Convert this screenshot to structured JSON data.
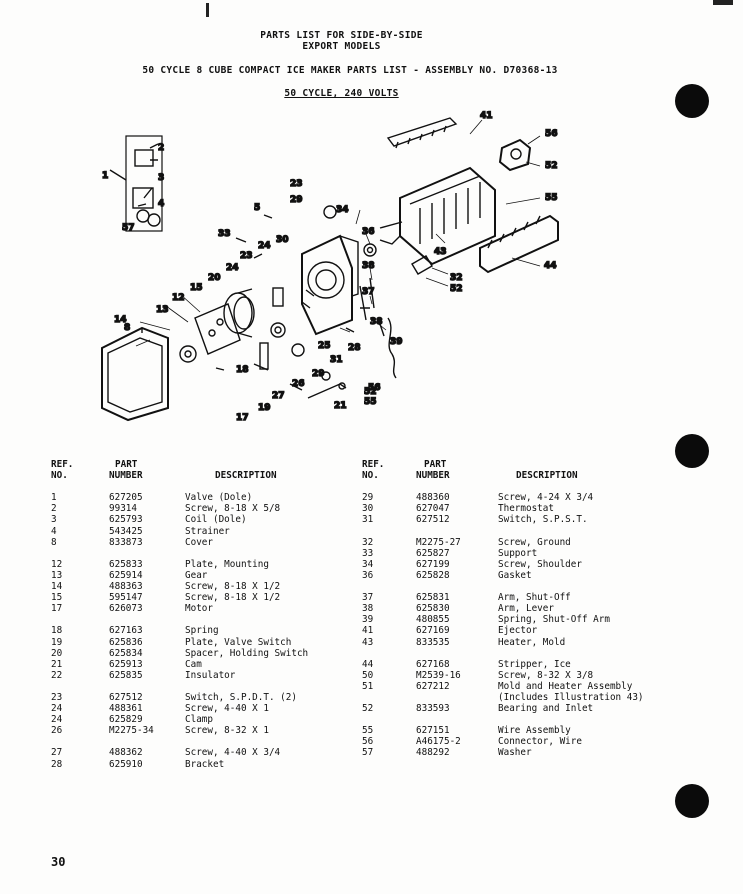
{
  "header": {
    "line1": "PARTS LIST FOR SIDE-BY-SIDE",
    "line2": "EXPORT MODELS",
    "line3": "50 CYCLE 8 CUBE COMPACT ICE MAKER PARTS LIST - ASSEMBLY NO.  D70368-13",
    "line4": "50 CYCLE, 240 VOLTS"
  },
  "diagram_callouts": [
    "1",
    "2",
    "3",
    "4",
    "5",
    "8",
    "12",
    "13",
    "14",
    "15",
    "17",
    "18",
    "19",
    "20",
    "21",
    "22",
    "23",
    "24",
    "25",
    "26",
    "27",
    "28",
    "29",
    "30",
    "31",
    "32",
    "33",
    "34",
    "36",
    "37",
    "38",
    "39",
    "41",
    "43",
    "44",
    "50",
    "51",
    "52",
    "55",
    "56",
    "57"
  ],
  "table": {
    "headers": {
      "ref_line1": "REF.",
      "ref_line2": "NO.",
      "part_line1": "PART",
      "part_line2": "NUMBER",
      "desc": "DESCRIPTION"
    },
    "left": [
      {
        "ref": "1",
        "part": "627205",
        "desc": "Valve (Dole)"
      },
      {
        "ref": "2",
        "part": "99314",
        "desc": "Screw, 8-18 X 5/8"
      },
      {
        "ref": "3",
        "part": "625793",
        "desc": "Coil (Dole)"
      },
      {
        "ref": "4",
        "part": "543425",
        "desc": "Strainer"
      },
      {
        "ref": "8",
        "part": "833873",
        "desc": "Cover"
      },
      {
        "gap": true
      },
      {
        "ref": "12",
        "part": "625833",
        "desc": "Plate, Mounting"
      },
      {
        "ref": "13",
        "part": "625914",
        "desc": "Gear"
      },
      {
        "ref": "14",
        "part": "488363",
        "desc": "Screw, 8-18 X 1/2"
      },
      {
        "ref": "15",
        "part": "595147",
        "desc": "Screw, 8-18 X 1/2"
      },
      {
        "ref": "17",
        "part": "626073",
        "desc": "Motor"
      },
      {
        "gap": true
      },
      {
        "ref": "18",
        "part": "627163",
        "desc": "Spring"
      },
      {
        "ref": "19",
        "part": "625836",
        "desc": "Plate, Valve Switch"
      },
      {
        "ref": "20",
        "part": "625834",
        "desc": "Spacer, Holding Switch"
      },
      {
        "ref": "21",
        "part": "625913",
        "desc": "Cam"
      },
      {
        "ref": "22",
        "part": "625835",
        "desc": "Insulator"
      },
      {
        "gap": true
      },
      {
        "ref": "23",
        "part": "627512",
        "desc": "Switch, S.P.D.T. (2)"
      },
      {
        "ref": "24",
        "part": "488361",
        "desc": "Screw, 4-40 X 1"
      },
      {
        "ref": "24",
        "part": "625829",
        "desc": "Clamp"
      },
      {
        "ref": "26",
        "part": "M2275-34",
        "desc": "Screw, 8-32 X 1"
      },
      {
        "gap": true
      },
      {
        "ref": "27",
        "part": "488362",
        "desc": "Screw, 4-40 X 3/4"
      },
      {
        "ref": "28",
        "part": "625910",
        "desc": "Bracket"
      }
    ],
    "right": [
      {
        "ref": "29",
        "part": "488360",
        "desc": "Screw, 4-24 X 3/4"
      },
      {
        "ref": "30",
        "part": "627047",
        "desc": "Thermostat"
      },
      {
        "ref": "31",
        "part": "627512",
        "desc": "Switch, S.P.S.T."
      },
      {
        "gap": true
      },
      {
        "ref": "32",
        "part": "M2275-27",
        "desc": "Screw, Ground"
      },
      {
        "ref": "33",
        "part": "625827",
        "desc": "Support"
      },
      {
        "ref": "34",
        "part": "627199",
        "desc": "Screw, Shoulder"
      },
      {
        "ref": "36",
        "part": "625828",
        "desc": "Gasket"
      },
      {
        "gap": true
      },
      {
        "ref": "37",
        "part": "625831",
        "desc": "Arm, Shut-Off"
      },
      {
        "ref": "38",
        "part": "625830",
        "desc": "Arm, Lever"
      },
      {
        "ref": "39",
        "part": "480855",
        "desc": "Spring, Shut-Off Arm"
      },
      {
        "ref": "41",
        "part": "627169",
        "desc": "Ejector"
      },
      {
        "ref": "43",
        "part": "833535",
        "desc": "Heater, Mold"
      },
      {
        "gap": true
      },
      {
        "ref": "44",
        "part": "627168",
        "desc": "Stripper, Ice"
      },
      {
        "ref": "50",
        "part": "M2539-16",
        "desc": "Screw, 8-32 X 3/8"
      },
      {
        "ref": "51",
        "part": "627212",
        "desc": "Mold and Heater Assembly"
      },
      {
        "ref": "",
        "part": "",
        "desc": "(Includes Illustration 43)"
      },
      {
        "ref": "52",
        "part": "833593",
        "desc": "Bearing and Inlet"
      },
      {
        "gap": true
      },
      {
        "ref": "55",
        "part": "627151",
        "desc": "Wire Assembly"
      },
      {
        "ref": "56",
        "part": "A46175-2",
        "desc": "Connector, Wire"
      },
      {
        "ref": "57",
        "part": "488292",
        "desc": "Washer"
      }
    ]
  },
  "page_number": "30"
}
